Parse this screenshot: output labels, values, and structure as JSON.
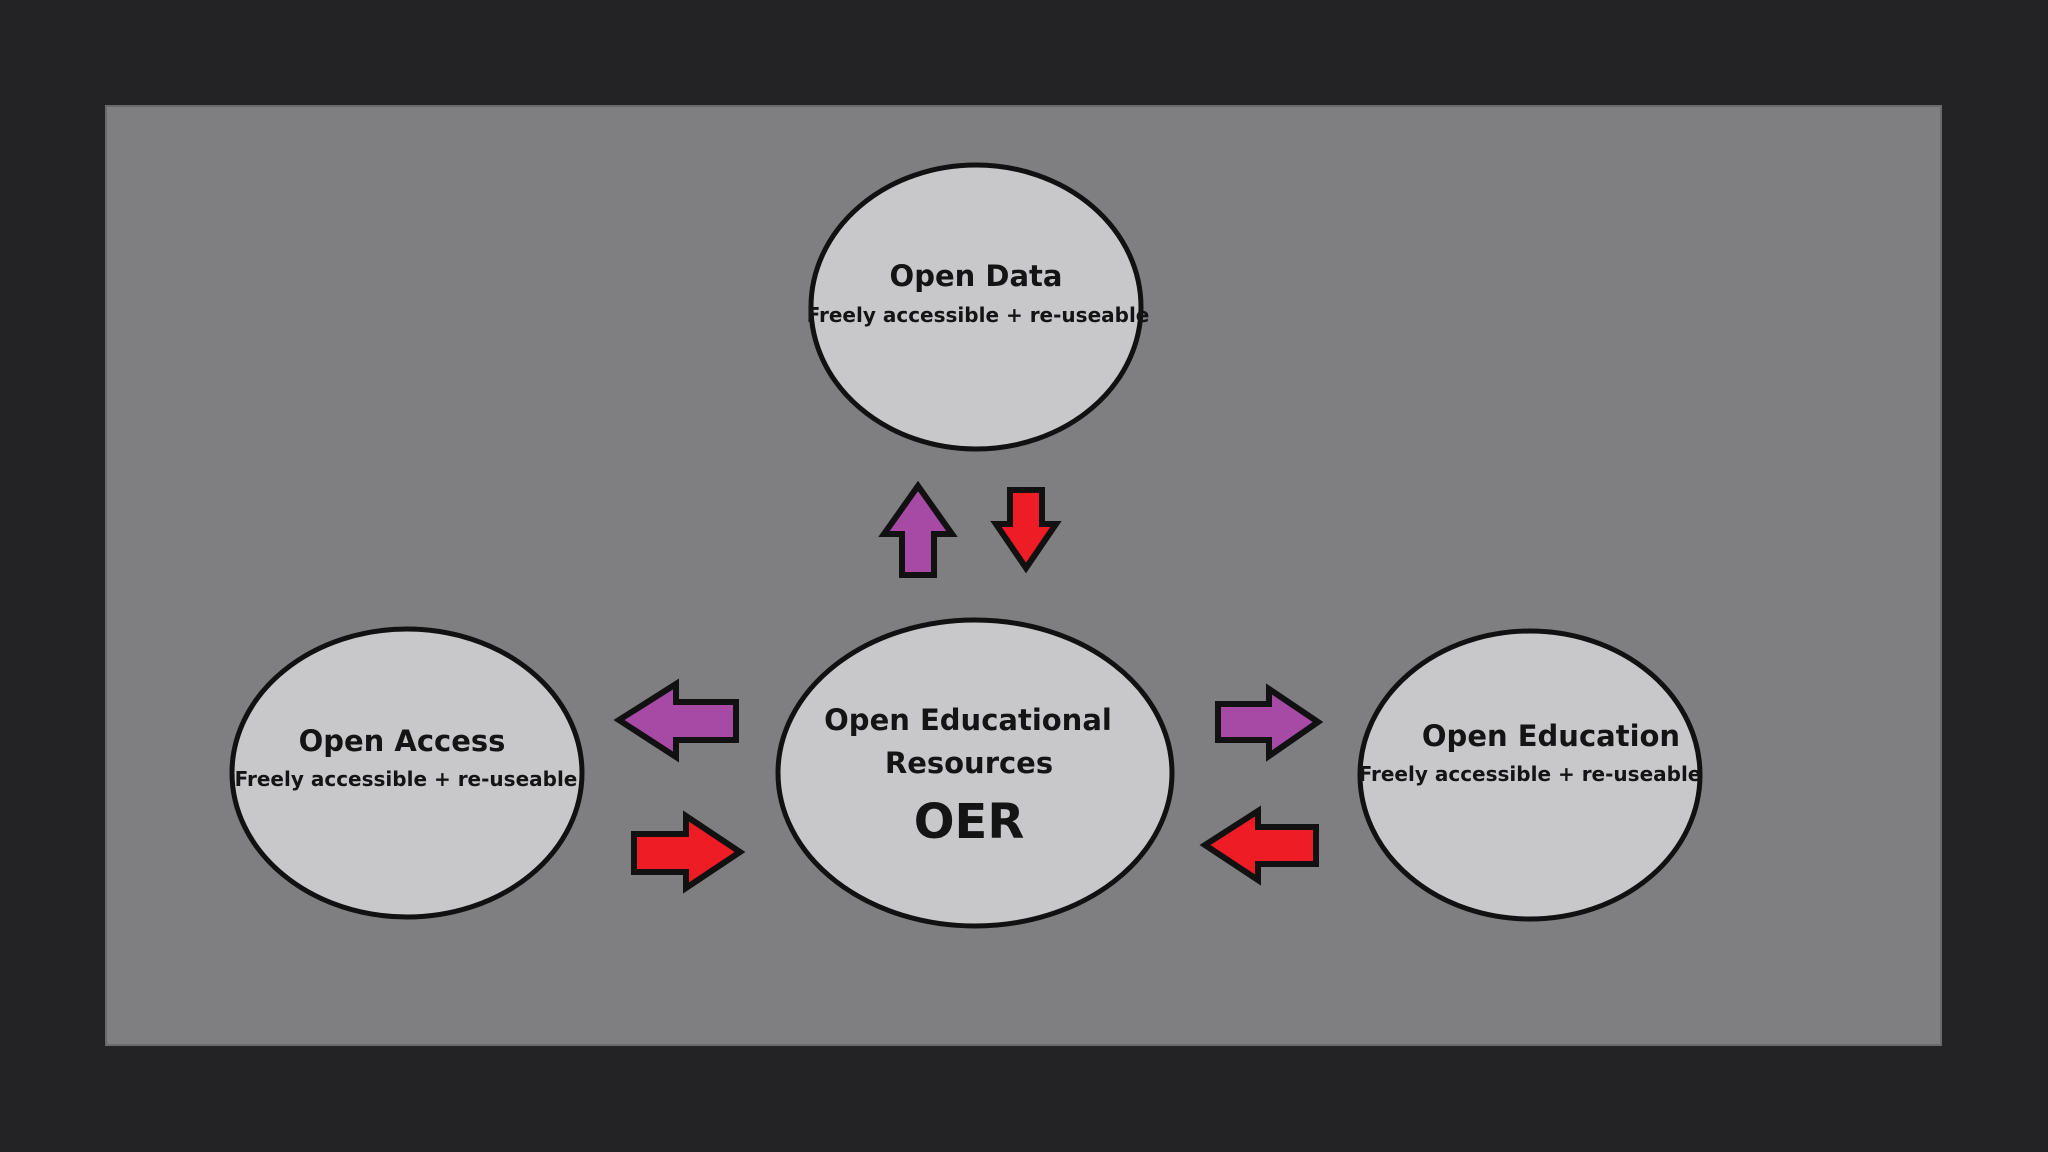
{
  "diagram": {
    "colors": {
      "background": "#232224",
      "panel": "#7f7e80",
      "node_fill": "#c8c7ca",
      "outline": "#111111",
      "arrow_out": "#a64aa6",
      "arrow_in": "#ee1c25"
    },
    "nodes": {
      "open_data": {
        "title": "Open Data",
        "subtitle": "Freely accessible + re-useable"
      },
      "oer": {
        "title_line1": "Open Educational",
        "title_line2": "Resources",
        "acronym": "OER"
      },
      "open_access": {
        "title": "Open Access",
        "subtitle": "Freely accessible + re-useable"
      },
      "open_education": {
        "title": "Open Education",
        "subtitle": "Freely accessible + re-useable"
      }
    },
    "edges": [
      {
        "from": "oer",
        "to": "open_data",
        "color": "purple",
        "direction": "up"
      },
      {
        "from": "open_data",
        "to": "oer",
        "color": "red",
        "direction": "down"
      },
      {
        "from": "oer",
        "to": "open_access",
        "color": "purple",
        "direction": "left"
      },
      {
        "from": "open_access",
        "to": "oer",
        "color": "red",
        "direction": "right"
      },
      {
        "from": "oer",
        "to": "open_education",
        "color": "purple",
        "direction": "right"
      },
      {
        "from": "open_education",
        "to": "oer",
        "color": "red",
        "direction": "left"
      }
    ]
  }
}
